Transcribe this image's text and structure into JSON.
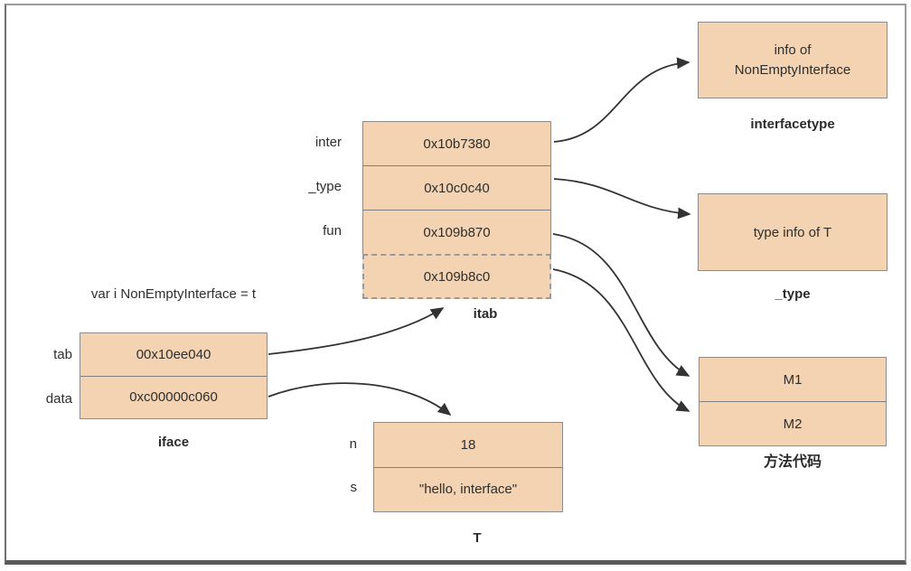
{
  "annotation": "var i NonEmptyInterface = t",
  "iface": {
    "title": "iface",
    "fields": [
      {
        "name": "tab",
        "value": "00x10ee040"
      },
      {
        "name": "data",
        "value": "0xc00000c060"
      }
    ]
  },
  "itab": {
    "title": "itab",
    "field_names": [
      "inter",
      "_type",
      "fun"
    ],
    "rows": [
      "0x10b7380",
      "0x10c0c40",
      "0x109b870",
      "0x109b8c0"
    ]
  },
  "interfacetype": {
    "title": "interfacetype",
    "line1": "info of",
    "line2": "NonEmptyInterface"
  },
  "type_info": {
    "title": "_type",
    "text": "type info of T"
  },
  "methods": {
    "title": "方法代码",
    "rows": [
      "M1",
      "M2"
    ]
  },
  "t_struct": {
    "title": "T",
    "fields": [
      {
        "name": "n",
        "value": "18"
      },
      {
        "name": "s",
        "value": "\"hello, interface\""
      }
    ]
  },
  "colors": {
    "box_fill": "#f3d3b1",
    "box_border": "#8c8c8c",
    "arrow": "#333333"
  }
}
